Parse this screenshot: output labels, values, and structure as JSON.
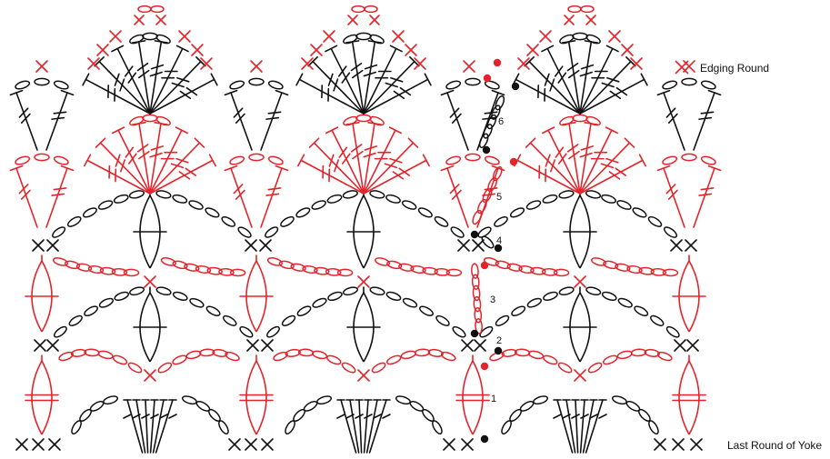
{
  "labels": {
    "edging_round": "Edging Round",
    "last_round": "Last Round of Yoke"
  },
  "round_numbers": [
    "1",
    "2",
    "3",
    "4",
    "5",
    "6"
  ],
  "colors": {
    "black": "#111111",
    "red": "#e3242b"
  },
  "symbols": {
    "single_crochet": "x-mark",
    "chain": "oval",
    "double_crochet": "t-stitch",
    "round_start": "filled-dot"
  }
}
